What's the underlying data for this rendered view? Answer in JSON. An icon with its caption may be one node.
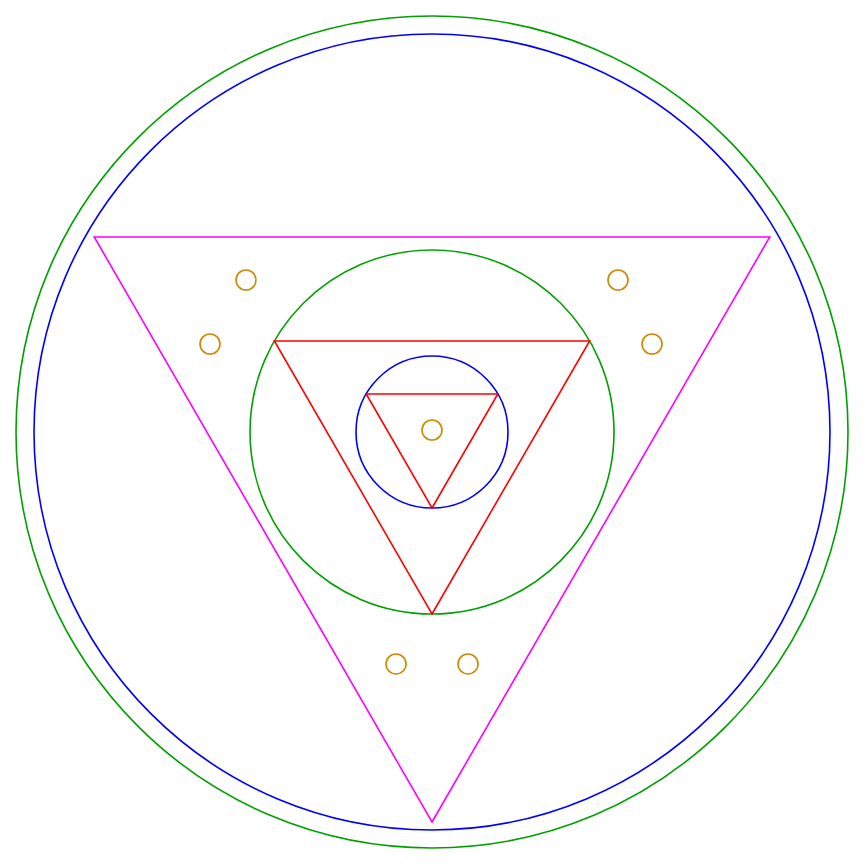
{
  "diagram": {
    "nodes": [
      {
        "text": [],
        "shape": "circle"
      },
      {
        "text": [],
        "shape": "circle",
        "in": 0
      },
      {
        "text": [],
        "shape": "triangle",
        "in": 1
      },
      {
        "text": [],
        "shape": "circle",
        "in": 2
      },
      {
        "text": [],
        "shape": "circle",
        "in": 2
      },
      {
        "text": [],
        "shape": "circle",
        "in": 2
      },
      {
        "text": [],
        "shape": "circle",
        "in": 2
      },
      {
        "text": [],
        "shape": "circle",
        "in": 2
      },
      {
        "text": [],
        "shape": "triangle",
        "in": 3
      },
      {
        "text": [],
        "shape": "circle",
        "in": 8
      },
      {
        "text": [],
        "shape": "triangle",
        "in": 9
      },
      {
        "text": [],
        "shape": "circle",
        "in": 10
      },
      {
        "text": [],
        "shape": "circle",
        "in": 2
      },
      {
        "text": [],
        "shape": "circle",
        "in": 2
      }
    ]
  }
}
